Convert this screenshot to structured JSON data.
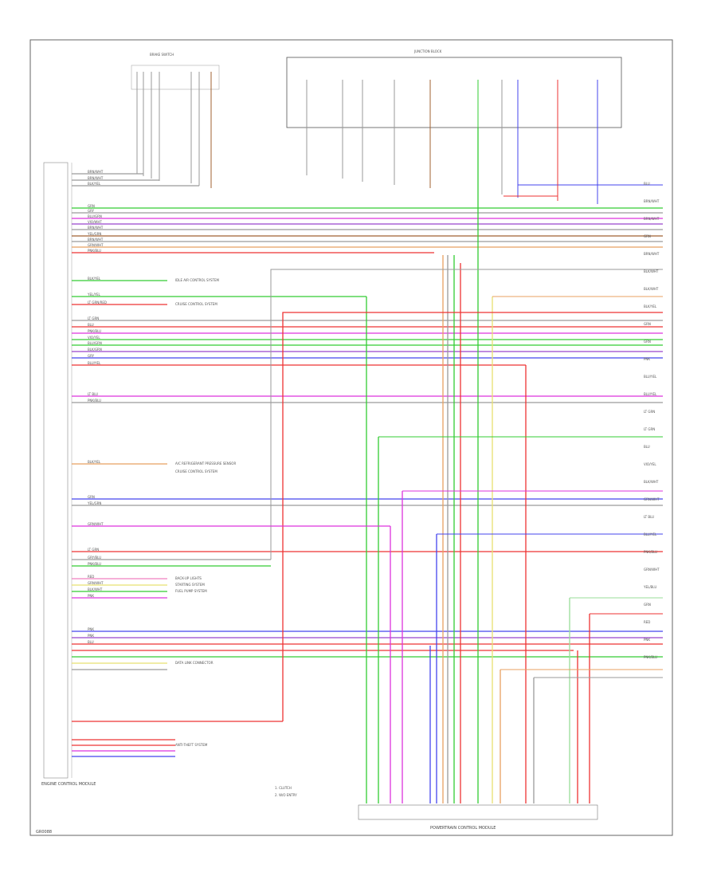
{
  "diagram": {
    "footer_code": "GR0088",
    "ecm_label": "ENGINE CONTROL MODULE",
    "top_left_connector": "BRAKE SWITCH",
    "top_box_title": "JUNCTION BLOCK",
    "bottom_connector": "POWERTRAIN CONTROL MODULE",
    "legend": [
      "1. CLUTCH",
      "2. W/O ENTRY"
    ],
    "right_labels": [
      "BLU",
      "BRN/WHT",
      "BRN/WHT",
      "GRN",
      "BRN/WHT",
      "BLK/WHT",
      "BLK/WHT",
      "BLK/YEL",
      "GRN",
      "GRN",
      "PNK",
      "BLU/YEL",
      "BLU/YEL",
      "LT GRN",
      "LT GRN",
      "BLU",
      "VIO/YEL",
      "BLK/WHT",
      "GRN/WHT",
      "LT BLU",
      "BLU/YEL",
      "PNK/BLU",
      "GRN/WHT",
      "YEL/BLU",
      "GRN",
      "RED",
      "PNK",
      "PNK/BLU"
    ],
    "left_labels": [
      "BRN/WHT",
      "BRN/WHT",
      "BLK/YEL",
      "GRN",
      "GRY",
      "BLU/GRN",
      "VIO/WHT",
      "BRN/WHT",
      "YEL/GRN",
      "BRN/WHT",
      "GRN/WHT",
      "PNK/BLU",
      "BLK/YEL",
      "YEL/YEL",
      "LT GRN/RED",
      "LT GRN",
      "BLU",
      "PNK/BLU",
      "VIO/YEL",
      "BLU/GRN",
      "BLK/GRN",
      "GRY",
      "BLU/YEL",
      "LT BLU",
      "PNK/BLU",
      "BLK/YEL",
      "GRN",
      "YEL/GRN",
      "GRN/WHT",
      "LT GRN",
      "GRY/BLU",
      "PNK/BLU",
      "RED",
      "GRN/WHT",
      "BLK/WHT",
      "PNK",
      "PNK",
      "PNK",
      "BLU"
    ],
    "notes": [
      "IDLE AIR CONTROL SYSTEM",
      "CRUISE CONTROL SYSTEM",
      "A/C REFRIGERANT PRESSURE SENSOR",
      "CRUISE CONTROL SYSTEM",
      "BACK-UP LIGHTS",
      "STARTING SYSTEM",
      "FUEL PUMP SYSTEM",
      "DATA LINK CONNECTOR",
      "ANTI-THEFT SYSTEM"
    ],
    "colors": {
      "black": "#9a9a9a",
      "green": "#33cc33",
      "red": "#ee3333",
      "blue": "#4444ee",
      "magenta": "#dd33dd",
      "orange": "#e8a060",
      "pink": "#f080c0",
      "yellow": "#e8e070",
      "ltgreen": "#99dd99",
      "purple": "#9944cc",
      "brown": "#a06030"
    }
  }
}
